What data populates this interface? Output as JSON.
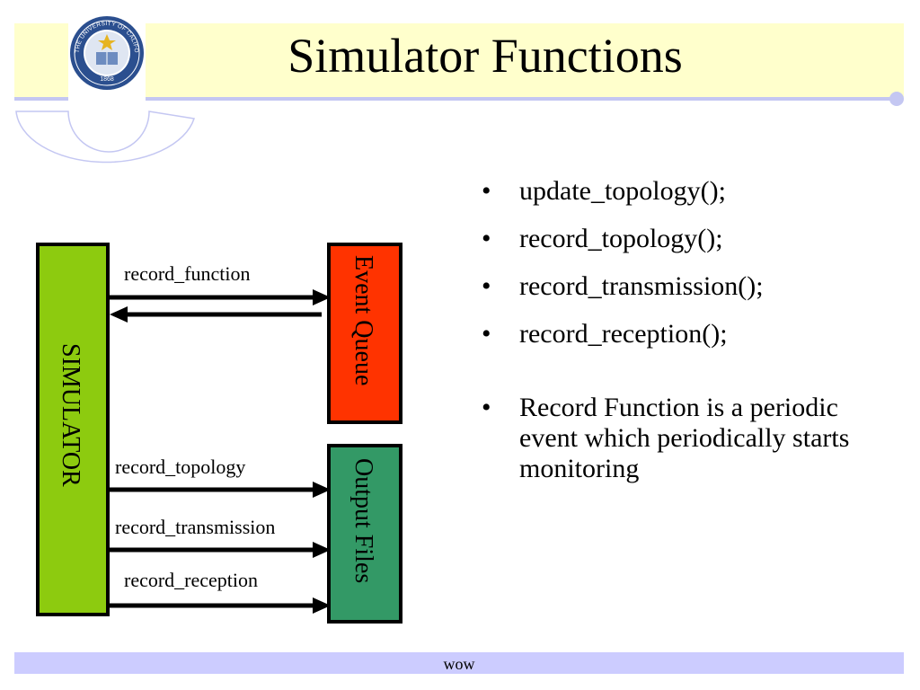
{
  "slide": {
    "title": "Simulator Functions",
    "footer": "wow"
  },
  "logo": {
    "icon": "uc-seal-icon",
    "text": "THE UNIVERSITY OF CALIFORNIA BERKELEY",
    "year": "1868"
  },
  "diagram": {
    "simulator_label": "SIMULATOR",
    "event_queue_label": "Event Queue",
    "output_files_label": "Output Files",
    "arrows": [
      {
        "label": "record_function",
        "direction": "to-event-queue"
      },
      {
        "label": "",
        "direction": "from-event-queue"
      },
      {
        "label": "record_topology",
        "direction": "to-output-files"
      },
      {
        "label": "record_transmission",
        "direction": "to-output-files"
      },
      {
        "label": "record_reception",
        "direction": "to-output-files"
      }
    ]
  },
  "colors": {
    "simulator_fill": "#8dcb0f",
    "event_queue_fill": "#ff3300",
    "output_files_fill": "#339966",
    "title_band": "#ffffcc",
    "accent": "#c4c7f2",
    "footer_band": "#ccccff"
  },
  "bullets": {
    "items": [
      "update_topology();",
      "record_topology();",
      "record_transmission();",
      "record_reception();",
      "Record Function is a periodic event which periodically starts monitoring"
    ]
  }
}
